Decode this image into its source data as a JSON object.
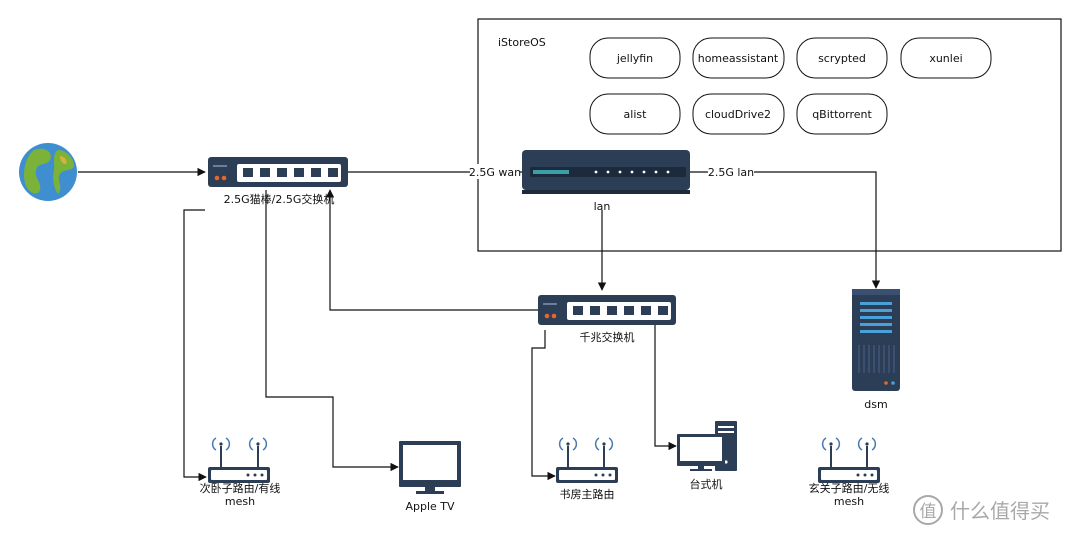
{
  "istore": {
    "title": "iStoreOS",
    "apps": [
      "jellyfin",
      "homeassistant",
      "scrypted",
      "xunlei",
      "alist",
      "cloudDrive2",
      "qBittorrent"
    ]
  },
  "labels": {
    "wan": "2.5G wan",
    "lan25": "2.5G lan",
    "lan": "lan",
    "modem_switch": "2.5G猫棒/2.5G交换机",
    "gigabit_switch": "千兆交换机",
    "dsm": "dsm",
    "router_bedroom_1": "次卧子路由/有线",
    "router_bedroom_2": "mesh",
    "apple_tv": "Apple TV",
    "router_study": "书房主路由",
    "desktop": "台式机",
    "router_entry_1": "玄关子路由/无线",
    "router_entry_2": "mesh"
  },
  "watermark": {
    "badge": "值",
    "text": "什么值得买"
  },
  "icons": [
    "globe-icon",
    "switch-icon",
    "router-icon",
    "server-icon",
    "monitor-icon",
    "desktop-computer-icon",
    "wifi-router-icon"
  ]
}
